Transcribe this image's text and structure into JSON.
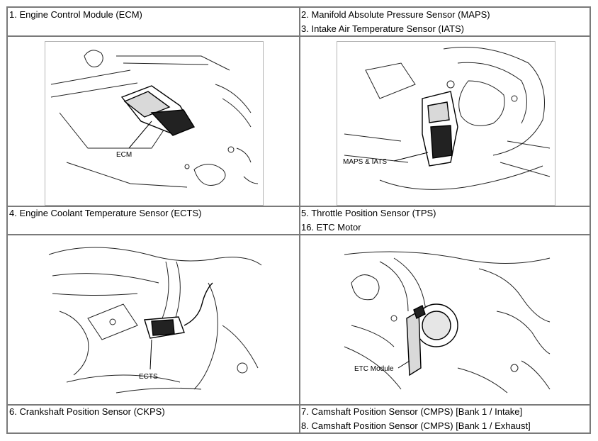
{
  "rows": [
    {
      "left": {
        "lines": [
          "1. Engine Control Module (ECM)"
        ]
      },
      "right": {
        "lines": [
          "2. Manifold Absolute Pressure Sensor (MAPS)",
          "3. Intake Air Temperature Sensor (IATS)"
        ]
      }
    },
    {
      "left_figure": {
        "callout": "ECM"
      },
      "right_figure": {
        "callout": "MAPS & IATS"
      }
    },
    {
      "left": {
        "lines": [
          "4. Engine Coolant Temperature Sensor (ECTS)"
        ]
      },
      "right": {
        "lines": [
          "5. Throttle Position Sensor (TPS)",
          "16. ETC Motor"
        ]
      }
    },
    {
      "left_figure": {
        "callout": "ECTS"
      },
      "right_figure": {
        "callout": "ETC Module"
      }
    },
    {
      "left": {
        "lines": [
          "6. Crankshaft Position Sensor (CKPS)"
        ]
      },
      "right": {
        "lines": [
          "7. Camshaft Position Sensor (CMPS) [Bank 1 / Intake]",
          "8. Camshaft Position Sensor (CMPS) [Bank 1 / Exhaust]"
        ]
      }
    }
  ]
}
